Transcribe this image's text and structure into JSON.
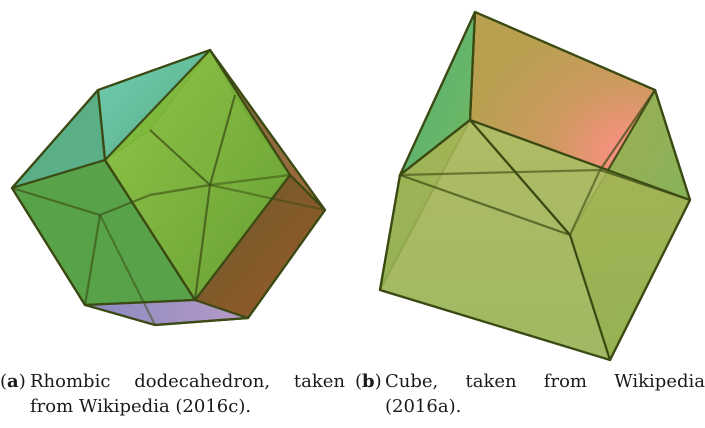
{
  "subfigures": [
    {
      "id": "a",
      "tag_open": "(",
      "tag_letter": "a",
      "tag_close": ")",
      "caption": "Rhombic dodecahedron, taken from Wikipedia (2016c).",
      "shape": "rhombic-dodecahedron"
    },
    {
      "id": "b",
      "tag_open": "(",
      "tag_letter": "b",
      "tag_close": ")",
      "caption": "Cube, taken from Wikipedia (2016a).",
      "shape": "cube"
    }
  ],
  "colors": {
    "edge": "#3a4a12",
    "green_face": "#79b53a",
    "teal_face": "#4fb48c",
    "brown_face": "#8a5a2a",
    "purple_face": "#a596c8",
    "olive_face": "#9aa04a",
    "salmon_glow": "#ff9a8a"
  }
}
